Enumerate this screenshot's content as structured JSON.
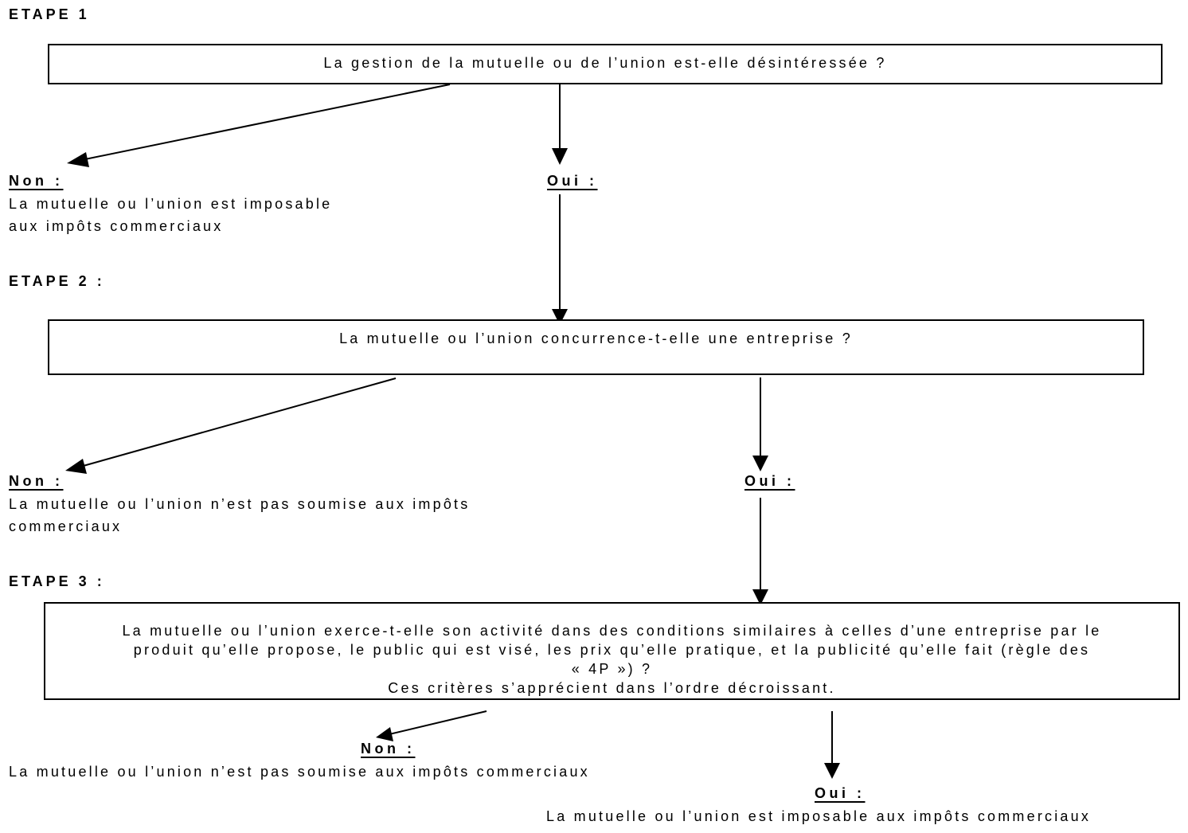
{
  "steps": [
    {
      "label": "ETAPE 1",
      "question": "La gestion de la mutuelle ou de l’union est-elle désintéressée    ?",
      "non_label": "Non :",
      "non_text": [
        "La mutuelle ou l’union est imposable",
        "aux impôts commerciaux"
      ],
      "oui_label": "Oui :"
    },
    {
      "label": "ETAPE 2 :",
      "question": "La mutuelle ou l’union concurrence-t-elle une entreprise    ?",
      "non_label": "Non :",
      "non_text": [
        "La mutuelle ou l’union n’est pas soumise aux impôts",
        "commerciaux"
      ],
      "oui_label": "Oui :"
    },
    {
      "label": "ETAPE 3 :",
      "question": "La mutuelle ou l’union exerce-t-elle son activité dans des conditions similaires à celles d’une entreprise par le\nproduit qu’elle propose, le   public qui est visé, les prix qu’elle pratique, et la publicité qu’elle fait (règle des\n« 4P  ») ?\nCes critères s’apprécient dans l’ordre décroissant.",
      "non_label": "Non :",
      "non_text": [
        "La mutuelle ou l’union n’est pas soumise aux impôts commerciaux"
      ],
      "oui_label": "Oui :",
      "oui_text": [
        "La mutuelle ou l’union est imposable aux impôts commerciaux"
      ]
    }
  ]
}
